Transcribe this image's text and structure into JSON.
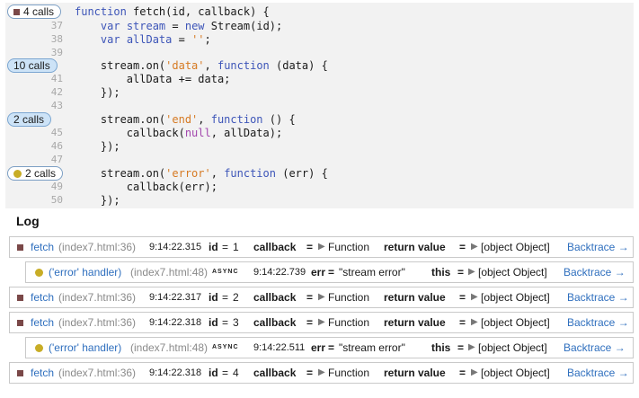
{
  "code_lines": [
    {
      "line": "",
      "tokens": [
        {
          "t": "function ",
          "c": "keyword"
        },
        {
          "t": "fetch(id, callback) {",
          "c": "plain"
        }
      ]
    },
    {
      "line": "37",
      "tokens": [
        {
          "t": "    ",
          "c": "plain"
        },
        {
          "t": "var ",
          "c": "keyword"
        },
        {
          "t": "stream",
          "c": "keyword"
        },
        {
          "t": " = ",
          "c": "plain"
        },
        {
          "t": "new ",
          "c": "keyword"
        },
        {
          "t": "Stream(id);",
          "c": "plain"
        }
      ]
    },
    {
      "line": "38",
      "tokens": [
        {
          "t": "    ",
          "c": "plain"
        },
        {
          "t": "var ",
          "c": "keyword"
        },
        {
          "t": "allData",
          "c": "keyword"
        },
        {
          "t": " = ",
          "c": "plain"
        },
        {
          "t": "''",
          "c": "string"
        },
        {
          "t": ";",
          "c": "plain"
        }
      ]
    },
    {
      "line": "39",
      "tokens": []
    },
    {
      "line": "",
      "tokens": [
        {
          "t": "    stream.on(",
          "c": "plain"
        },
        {
          "t": "'data'",
          "c": "string"
        },
        {
          "t": ", ",
          "c": "plain"
        },
        {
          "t": "function ",
          "c": "keyword"
        },
        {
          "t": "(data) {",
          "c": "plain"
        }
      ]
    },
    {
      "line": "41",
      "tokens": [
        {
          "t": "        allData += data;",
          "c": "plain"
        }
      ]
    },
    {
      "line": "42",
      "tokens": [
        {
          "t": "    });",
          "c": "plain"
        }
      ]
    },
    {
      "line": "43",
      "tokens": []
    },
    {
      "line": "",
      "tokens": [
        {
          "t": "    stream.on(",
          "c": "plain"
        },
        {
          "t": "'end'",
          "c": "string"
        },
        {
          "t": ", ",
          "c": "plain"
        },
        {
          "t": "function ",
          "c": "keyword"
        },
        {
          "t": "() {",
          "c": "plain"
        }
      ]
    },
    {
      "line": "45",
      "tokens": [
        {
          "t": "        callback(",
          "c": "plain"
        },
        {
          "t": "null",
          "c": "constant"
        },
        {
          "t": ", allData);",
          "c": "plain"
        }
      ]
    },
    {
      "line": "46",
      "tokens": [
        {
          "t": "    });",
          "c": "plain"
        }
      ]
    },
    {
      "line": "47",
      "tokens": []
    },
    {
      "line": "",
      "tokens": [
        {
          "t": "    stream.on(",
          "c": "plain"
        },
        {
          "t": "'error'",
          "c": "string"
        },
        {
          "t": ", ",
          "c": "plain"
        },
        {
          "t": "function ",
          "c": "keyword"
        },
        {
          "t": "(err) {",
          "c": "plain"
        }
      ]
    },
    {
      "line": "49",
      "tokens": [
        {
          "t": "        callback(err);",
          "c": "plain"
        }
      ]
    },
    {
      "line": "50",
      "tokens": [
        {
          "t": "    });",
          "c": "plain"
        }
      ]
    }
  ],
  "call_badges": {
    "fetch": {
      "label": "4 calls",
      "icon": "square"
    },
    "data": {
      "label": "10 calls",
      "icon": "none"
    },
    "end": {
      "label": "2 calls",
      "icon": "none"
    },
    "error": {
      "label": "2 calls",
      "icon": "dot"
    }
  },
  "log": {
    "title": "Log",
    "rows": [
      {
        "fn": "fetch",
        "src": "(index7.html:36)",
        "async": "",
        "ts": "9:14:22.315",
        "p1_name": "id",
        "p1_val": "1",
        "p2_name": "callback",
        "p2_val": "Function",
        "p3_name": "return value",
        "p3_val": "[object Object]",
        "bt": "Backtrace →"
      },
      {
        "fn": "('error' handler)",
        "src": "(index7.html:48)",
        "async": "ASYNC",
        "ts": "9:14:22.739",
        "p1_name": "err",
        "p1_val": "\"stream error\"",
        "p2_name": "this",
        "p2_val": "[object Object]",
        "p3_name": "",
        "p3_val": "",
        "bt": "Backtrace →"
      },
      {
        "fn": "fetch",
        "src": "(index7.html:36)",
        "async": "",
        "ts": "9:14:22.317",
        "p1_name": "id",
        "p1_val": "2",
        "p2_name": "callback",
        "p2_val": "Function",
        "p3_name": "return value",
        "p3_val": "[object Object]",
        "bt": "Backtrace →"
      },
      {
        "fn": "fetch",
        "src": "(index7.html:36)",
        "async": "",
        "ts": "9:14:22.318",
        "p1_name": "id",
        "p1_val": "3",
        "p2_name": "callback",
        "p2_val": "Function",
        "p3_name": "return value",
        "p3_val": "[object Object]",
        "bt": "Backtrace →"
      },
      {
        "fn": "('error' handler)",
        "src": "(index7.html:48)",
        "async": "ASYNC",
        "ts": "9:14:22.511",
        "p1_name": "err",
        "p1_val": "\"stream error\"",
        "p2_name": "this",
        "p2_val": "[object Object]",
        "p3_name": "",
        "p3_val": "",
        "bt": "Backtrace →"
      },
      {
        "fn": "fetch",
        "src": "(index7.html:36)",
        "async": "",
        "ts": "9:14:22.318",
        "p1_name": "id",
        "p1_val": "4",
        "p2_name": "callback",
        "p2_val": "Function",
        "p3_name": "return value",
        "p3_val": "[object Object]",
        "bt": "Backtrace →"
      }
    ]
  },
  "colors": {
    "keyword": "#3d55b8",
    "string": "#d67a23",
    "constant": "#a246ad",
    "link": "#2f6fbe",
    "badge_highlight": "#cde3f7",
    "marker_square": "#7a4848",
    "marker_dot": "#c8ad26"
  }
}
